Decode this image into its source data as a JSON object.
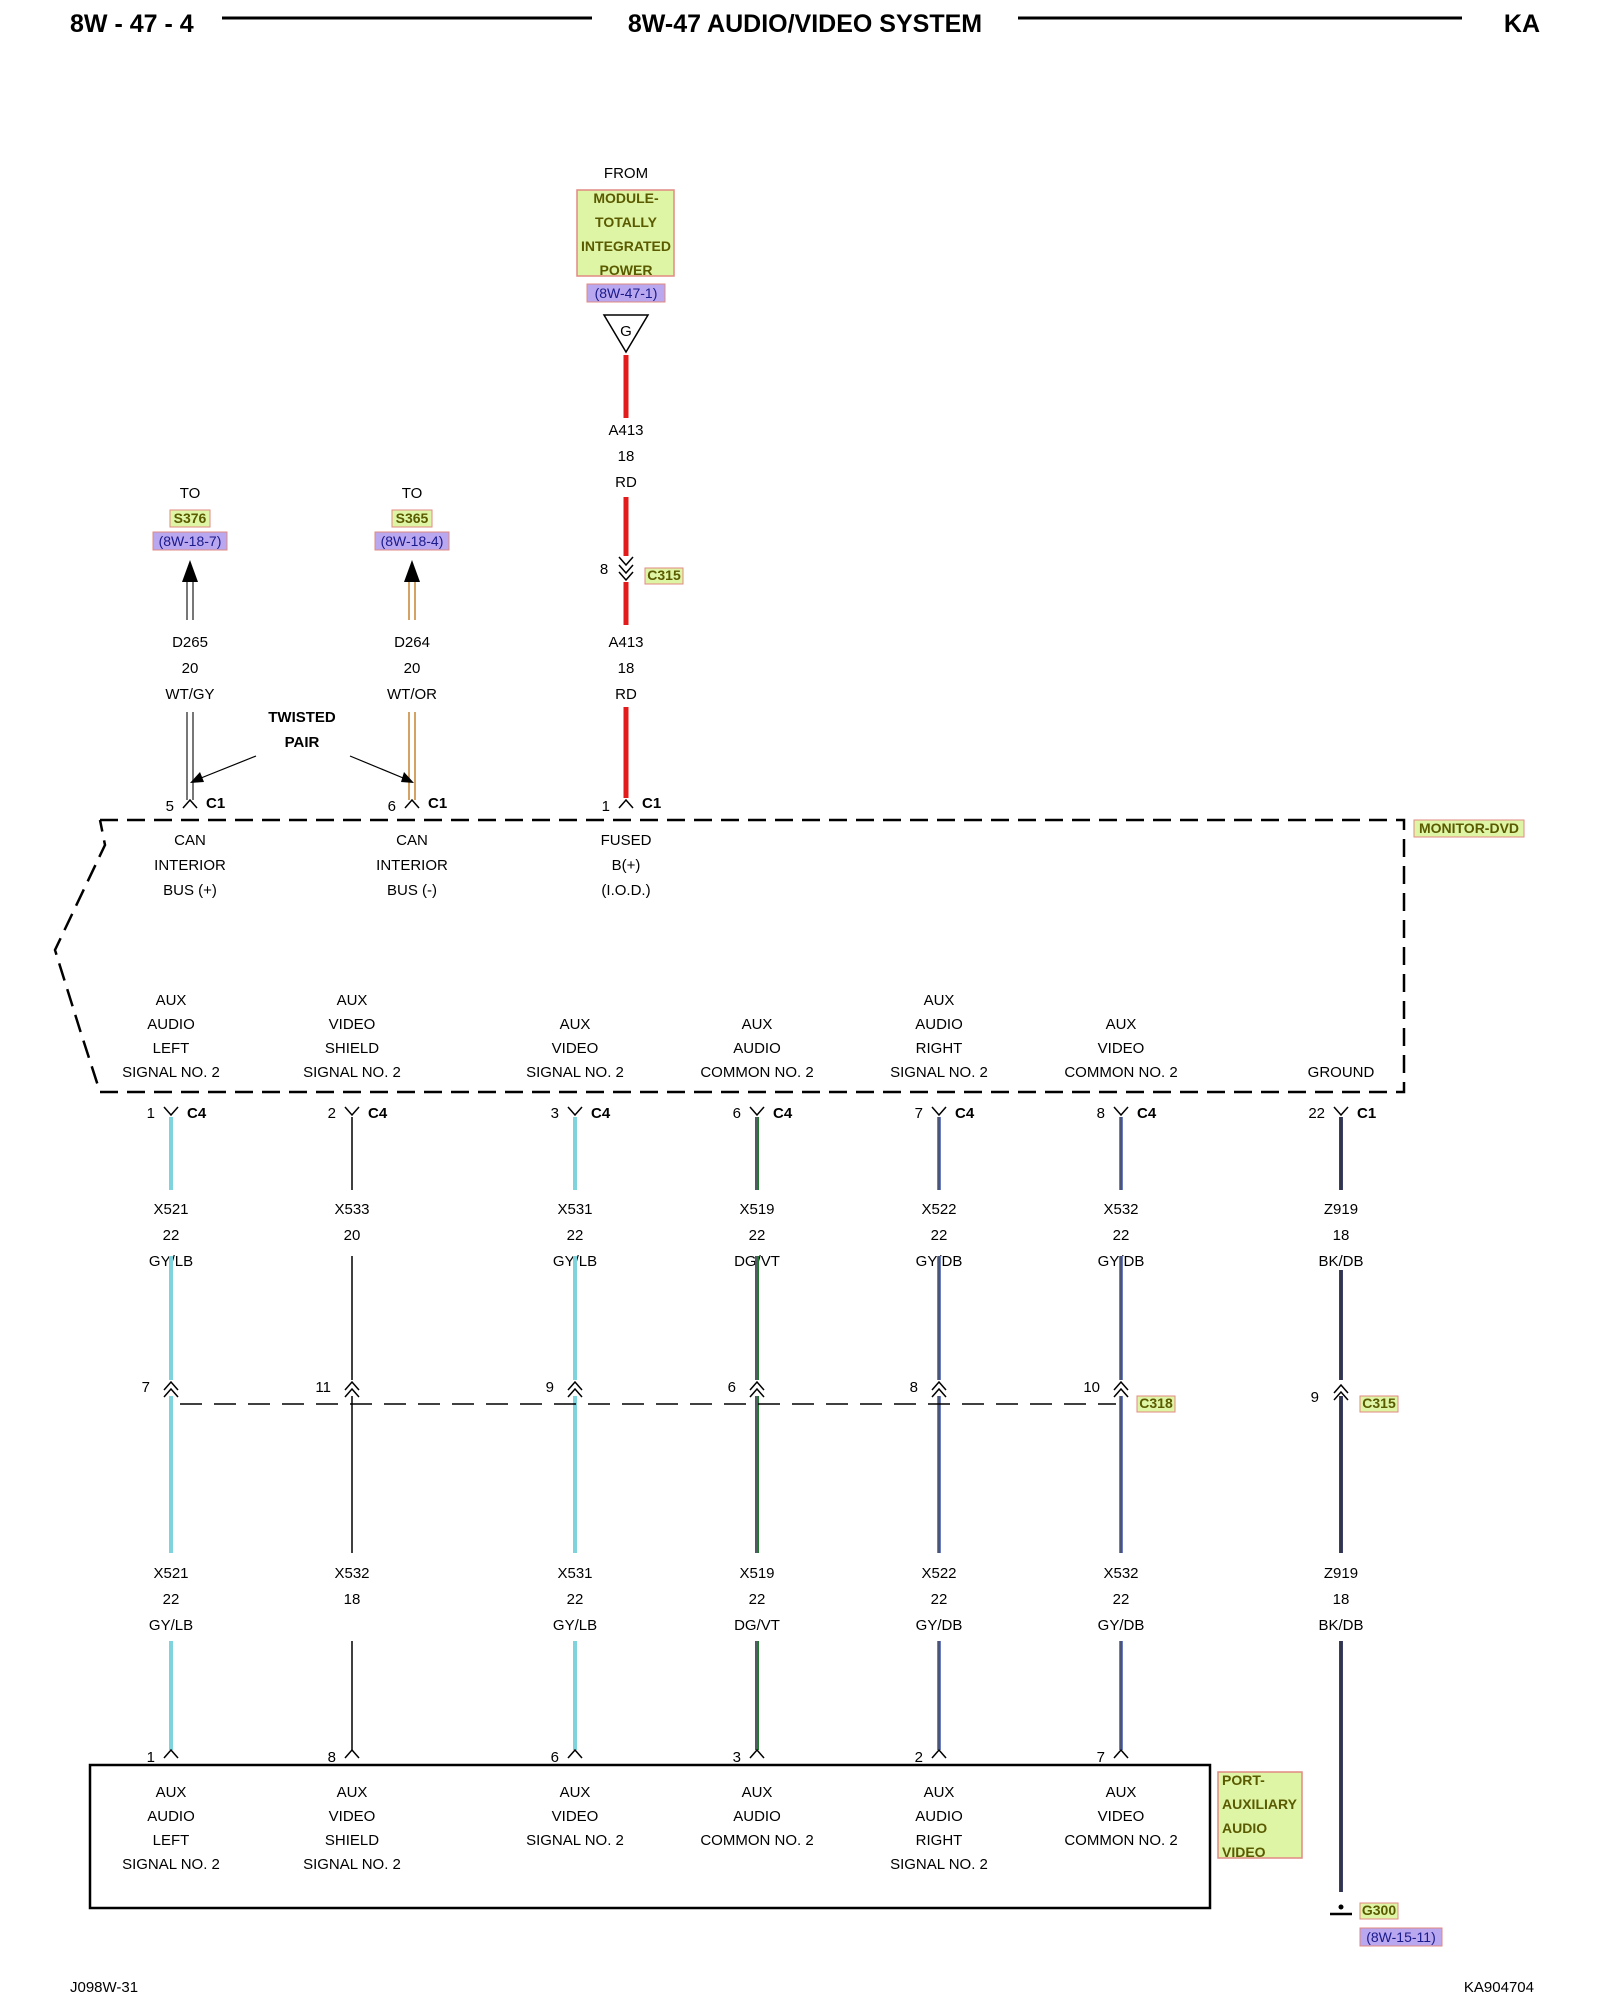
{
  "header": {
    "page": "8W - 47 - 4",
    "title": "8W-47 AUDIO/VIDEO SYSTEM",
    "model": "KA"
  },
  "footer": {
    "left": "J098W-31",
    "right": "KA904704"
  },
  "colors": {
    "RD": "#e31b1b",
    "GY/LB": "#7fd3dd",
    "DG/VT": "#1f7a30",
    "GY/DB": "#6d7fbf",
    "BK/DB": "#3a3f66",
    "WT/GY": "#555555",
    "WT/OR": "#c98a3c",
    "BLACK": "#000000",
    "tag_fill": "#dff5a6",
    "tag_stroke": "#e08a80",
    "ref_fill": "#b9a7ef"
  },
  "tipm": {
    "from": "FROM",
    "name_lines": [
      "MODULE-",
      "TOTALLY",
      "INTEGRATED",
      "POWER"
    ],
    "ref": "(8W-47-1)",
    "fuse": "G",
    "upper": [
      "A413",
      "18",
      "RD"
    ],
    "lower": [
      "A413",
      "18",
      "RD"
    ],
    "conn_pin": "8",
    "conn": "C315"
  },
  "top_wires": [
    {
      "to": "TO",
      "splice": "S376",
      "ref": "(8W-18-7)",
      "circuit": [
        "D265",
        "20",
        "WT/GY"
      ],
      "pin": "5",
      "conn": "C1",
      "func": [
        "CAN",
        "INTERIOR",
        "BUS (+)"
      ]
    },
    {
      "to": "TO",
      "splice": "S365",
      "ref": "(8W-18-4)",
      "circuit": [
        "D264",
        "20",
        "WT/OR"
      ],
      "pin": "6",
      "conn": "C1",
      "func": [
        "CAN",
        "INTERIOR",
        "BUS (-)"
      ]
    },
    {
      "pin": "1",
      "conn": "C1",
      "func": [
        "FUSED",
        "B(+)",
        "(I.O.D.)"
      ]
    }
  ],
  "twisted": [
    "TWISTED",
    "PAIR"
  ],
  "monitor": "MONITOR-DVD",
  "bottom_wires": [
    {
      "func": [
        "AUX",
        "AUDIO",
        "LEFT",
        "SIGNAL NO. 2"
      ],
      "pin": "1",
      "conn": "C4",
      "up": [
        "X521",
        "22",
        "GY/LB"
      ],
      "mid_pin": "7",
      "low": [
        "X521",
        "22",
        "GY/LB"
      ],
      "port_pin": "1",
      "port_func": [
        "AUX",
        "AUDIO",
        "LEFT",
        "SIGNAL NO. 2"
      ]
    },
    {
      "func": [
        "AUX",
        "VIDEO",
        "SHIELD",
        "SIGNAL NO. 2"
      ],
      "pin": "2",
      "conn": "C4",
      "up": [
        "X533",
        "20",
        ""
      ],
      "mid_pin": "11",
      "low": [
        "X532",
        "18",
        ""
      ],
      "port_pin": "8",
      "port_func": [
        "AUX",
        "VIDEO",
        "SHIELD",
        "SIGNAL NO. 2"
      ]
    },
    {
      "func": [
        "AUX",
        "VIDEO",
        "SIGNAL NO. 2"
      ],
      "pin": "3",
      "conn": "C4",
      "up": [
        "X531",
        "22",
        "GY/LB"
      ],
      "mid_pin": "9",
      "low": [
        "X531",
        "22",
        "GY/LB"
      ],
      "port_pin": "6",
      "port_func": [
        "AUX",
        "VIDEO",
        "SIGNAL NO. 2"
      ]
    },
    {
      "func": [
        "AUX",
        "AUDIO",
        "COMMON NO. 2"
      ],
      "pin": "6",
      "conn": "C4",
      "up": [
        "X519",
        "22",
        "DG/VT"
      ],
      "mid_pin": "6",
      "low": [
        "X519",
        "22",
        "DG/VT"
      ],
      "port_pin": "3",
      "port_func": [
        "AUX",
        "AUDIO",
        "COMMON NO. 2"
      ]
    },
    {
      "func": [
        "AUX",
        "AUDIO",
        "RIGHT",
        "SIGNAL NO. 2"
      ],
      "pin": "7",
      "conn": "C4",
      "up": [
        "X522",
        "22",
        "GY/DB"
      ],
      "mid_pin": "8",
      "low": [
        "X522",
        "22",
        "GY/DB"
      ],
      "port_pin": "2",
      "port_func": [
        "AUX",
        "AUDIO",
        "RIGHT",
        "SIGNAL NO. 2"
      ]
    },
    {
      "func": [
        "AUX",
        "VIDEO",
        "COMMON NO. 2"
      ],
      "pin": "8",
      "conn": "C4",
      "up": [
        "X532",
        "22",
        "GY/DB"
      ],
      "mid_pin": "10",
      "low": [
        "X532",
        "22",
        "GY/DB"
      ],
      "port_pin": "7",
      "port_func": [
        "AUX",
        "VIDEO",
        "COMMON NO. 2"
      ]
    }
  ],
  "mid_conn": "C318",
  "ground": {
    "func": "GROUND",
    "pin": "22",
    "conn": "C1",
    "up": [
      "Z919",
      "18",
      "BK/DB"
    ],
    "mid_pin": "9",
    "mid_conn": "C315",
    "low": [
      "Z919",
      "18",
      "BK/DB"
    ],
    "g": "G300",
    "ref": "(8W-15-11)"
  },
  "port_lines": [
    "PORT-",
    "AUXILIARY",
    "AUDIO",
    "VIDEO"
  ]
}
